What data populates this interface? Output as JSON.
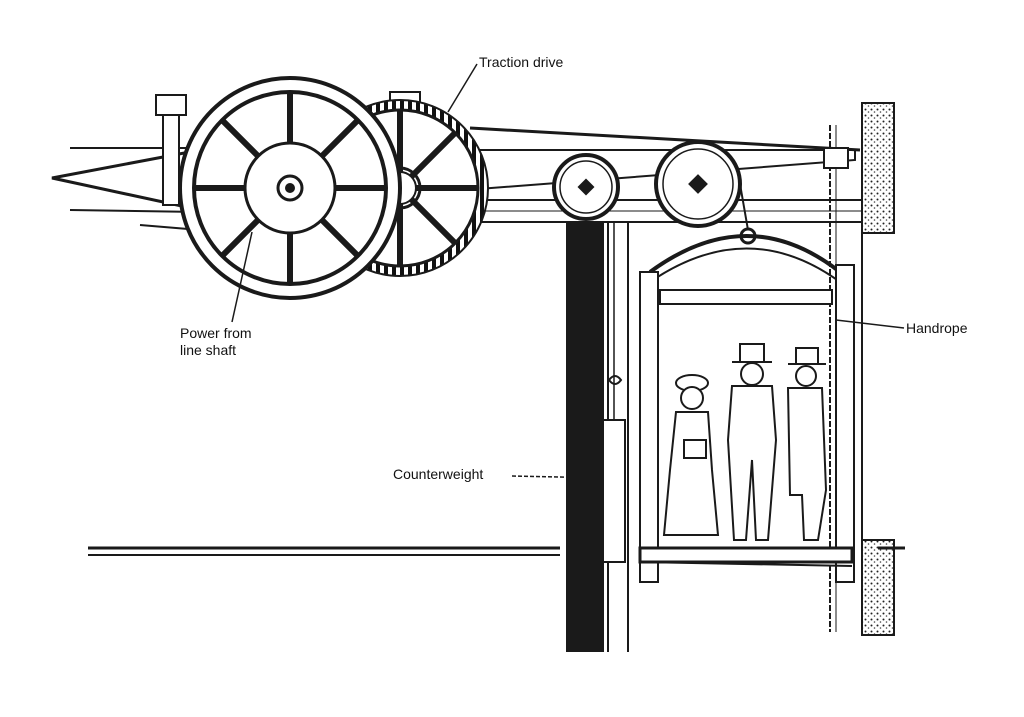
{
  "labels": {
    "traction_drive": "Traction drive",
    "power_from_line_shaft": "Power from\nline shaft",
    "counterweight": "Counterweight",
    "handrope": "Handrope"
  },
  "colors": {
    "ink": "#1a1a1a",
    "background": "#ffffff"
  }
}
